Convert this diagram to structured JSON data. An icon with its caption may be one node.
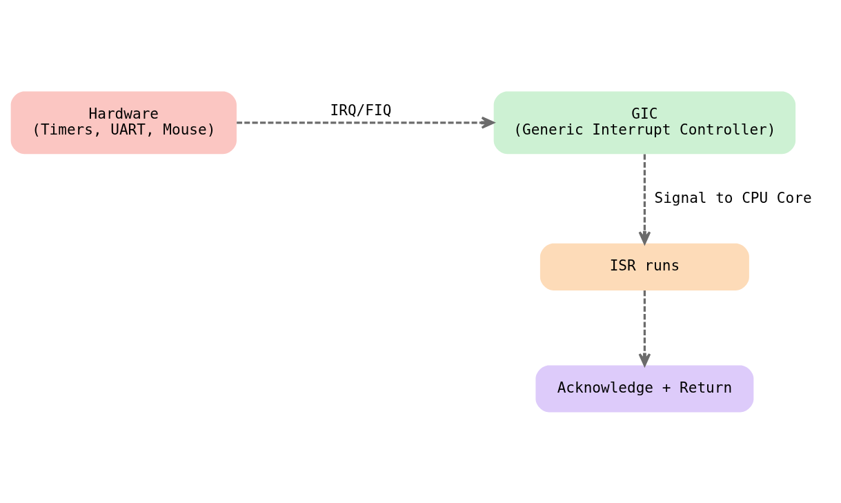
{
  "diagram": {
    "nodes": [
      {
        "text": [
          "Hardware",
          "(Timers, UART, Mouse)"
        ]
      },
      {
        "text": [
          "GIC",
          "(Generic Interrupt Controller)"
        ]
      },
      {
        "text": [
          "ISR runs"
        ]
      },
      {
        "text": [
          "Acknowledge + Return"
        ]
      }
    ],
    "edges": [
      {
        "from": 0,
        "to": 1,
        "arrow": "to",
        "label": "IRQ/FIQ",
        "style": "dashed"
      },
      {
        "from": 1,
        "to": 2,
        "arrow": "to",
        "label": "Signal to CPU Core",
        "style": "dashed"
      },
      {
        "from": 2,
        "to": 3,
        "arrow": "to",
        "style": "dashed"
      }
    ]
  }
}
